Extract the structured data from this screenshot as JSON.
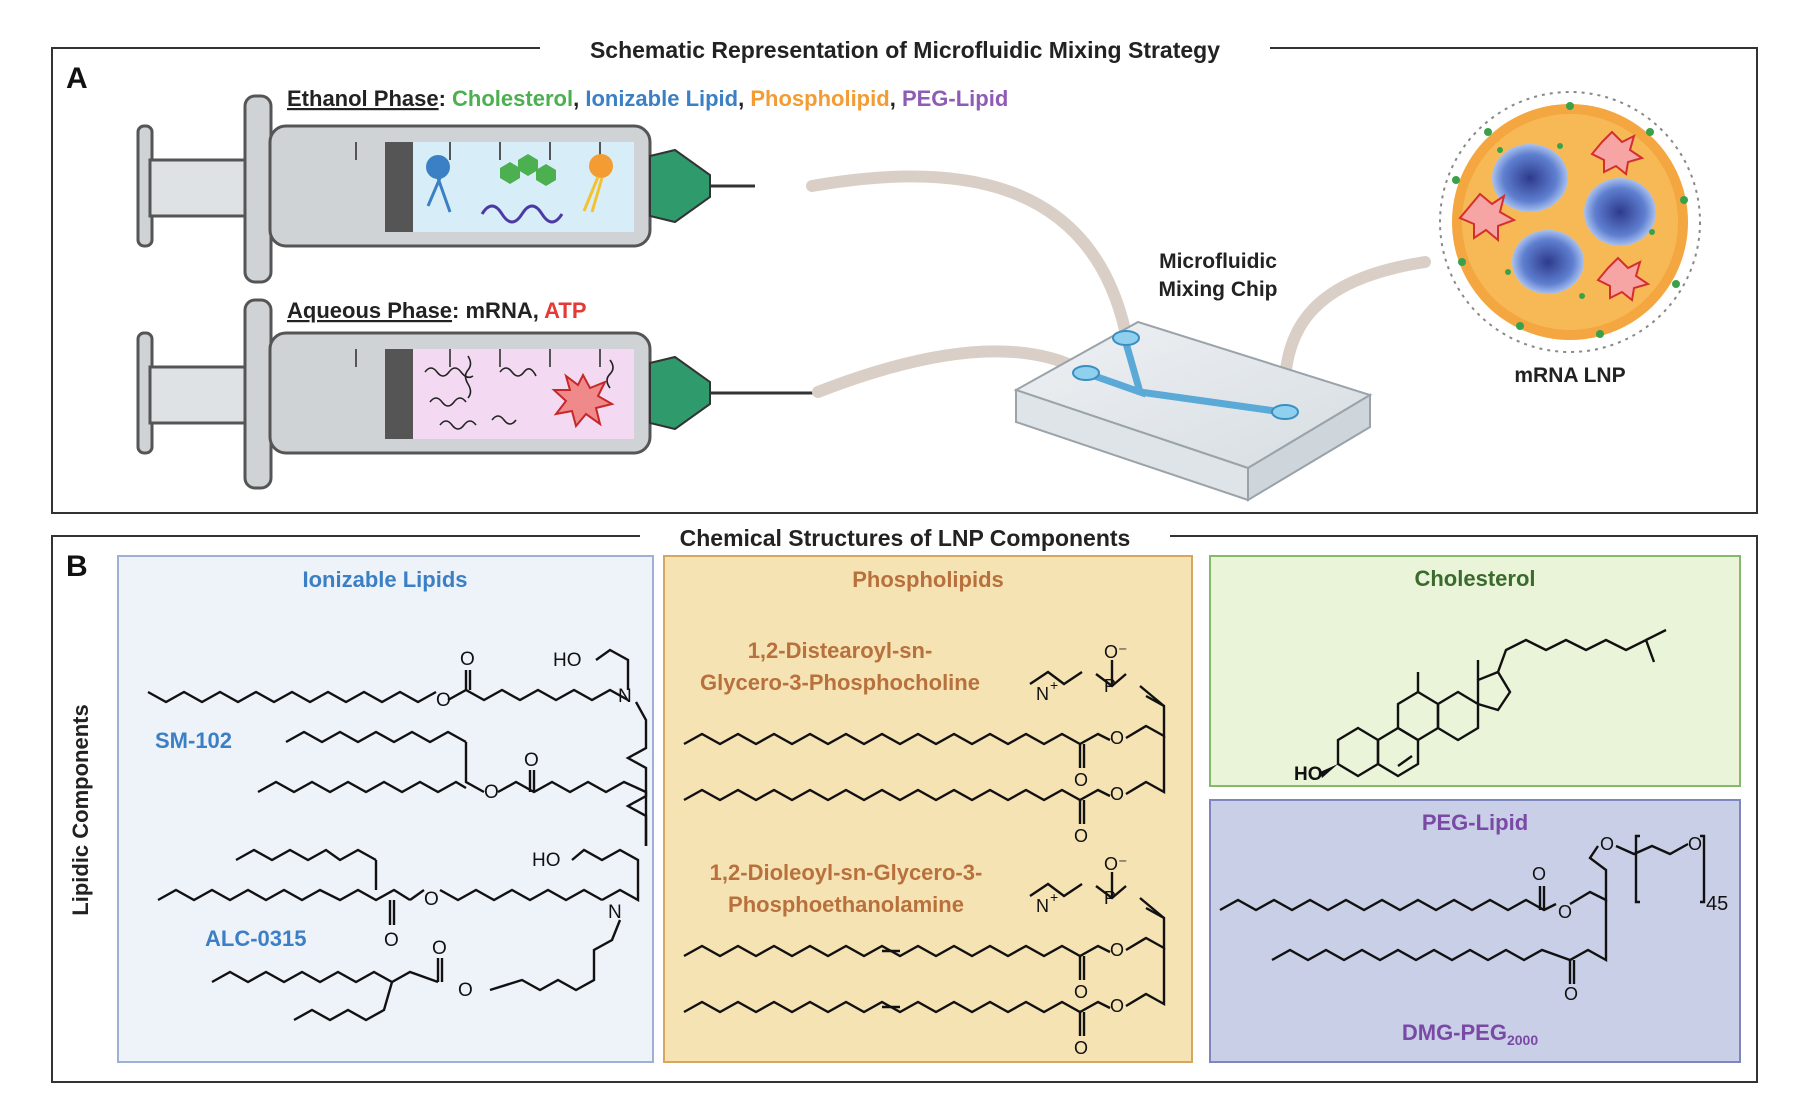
{
  "panel_a": {
    "letter": "A",
    "title": "Schematic Representation of Microfluidic Mixing Strategy",
    "ethanol_phase": {
      "label": "Ethanol Phase",
      "colon": ":",
      "sep": ",",
      "components": [
        "Cholesterol",
        "Ionizable Lipid",
        "Phospholipid",
        "PEG-Lipid"
      ]
    },
    "aqueous_phase": {
      "label": "Aqueous Phase",
      "colon": ":",
      "component_mrna": "mRNA,",
      "component_atp": "ATP"
    },
    "chip_label": [
      "Microfluidic",
      "Mixing Chip"
    ],
    "lnp_label": "mRNA LNP"
  },
  "panel_b": {
    "letter": "B",
    "title": "Chemical Structures of LNP Components",
    "side_label": "Lipidic Components",
    "ionizable": {
      "title": "Ionizable Lipids",
      "lipid1": "SM-102",
      "lipid2": "ALC-0315",
      "atom_ho": "HO",
      "atom_n": "N",
      "atom_o": "O"
    },
    "phospholipids": {
      "title": "Phospholipids",
      "dspc": [
        "1,2-Distearoyl-sn-",
        "Glycero-3-Phosphocholine"
      ],
      "dope": [
        "1,2-Dioleoyl-sn-Glycero-3-",
        "Phosphoethanolamine"
      ],
      "atom_n": "N",
      "atom_plus": "+",
      "atom_p": "P",
      "atom_o": "O",
      "atom_ominus": "O⁻"
    },
    "cholesterol": {
      "title": "Cholesterol",
      "atom_ho": "HO"
    },
    "peg_lipid": {
      "title": "PEG-Lipid",
      "name_main": "DMG-PEG",
      "name_sub": "2000",
      "repeat": "45",
      "atom_o": "O"
    }
  },
  "colors": {
    "cholesterol": "#4caf50",
    "ionizable": "#3b7fc4",
    "phospholipid": "#f39c34",
    "peg": "#8e5bb5",
    "atp": "#e53935",
    "ionizable_box_bg": "#eef2f9",
    "ionizable_box_border": "#9fb0d6",
    "phospho_box_bg": "#f6e3b4",
    "phospho_box_border": "#d7a661",
    "phospho_text": "#b8703c",
    "chol_box_bg": "#e9f4d9",
    "chol_box_border": "#86b96c",
    "chol_title": "#3a6b2c",
    "peg_box_bg": "#c9cfe6",
    "peg_box_border": "#7e86bd",
    "peg_title": "#7a49a6"
  }
}
